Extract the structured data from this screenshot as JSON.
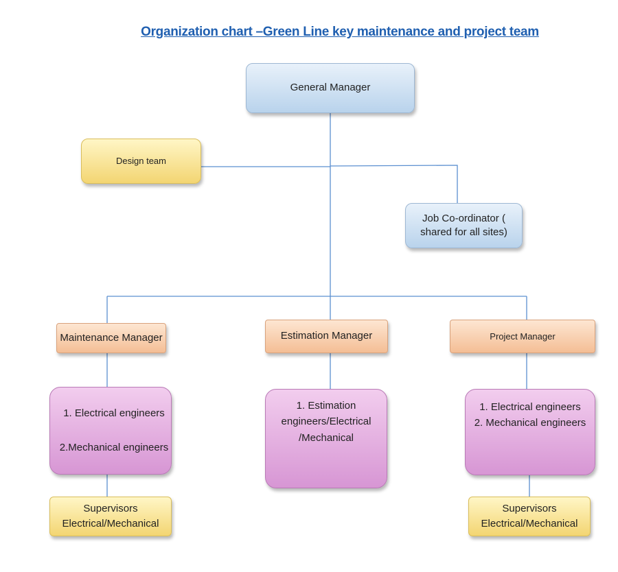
{
  "title": "Organization chart –Green Line key maintenance  and project team",
  "nodes": {
    "general_manager": "General Manager",
    "design_team": "Design team",
    "job_coordinator": [
      "Job Co-ordinator (",
      "shared for all sites)"
    ],
    "maintenance_manager": "Maintenance Manager",
    "estimation_manager": "Estimation Manager",
    "project_manager": "Project Manager",
    "maintenance_engineers": [
      "1. Electrical engineers",
      "2.Mechanical engineers"
    ],
    "estimation_engineers": [
      "1.    Estimation",
      "engineers/Electrical",
      "/Mechanical"
    ],
    "project_engineers": [
      "1. Electrical engineers",
      "2. Mechanical engineers"
    ],
    "maintenance_supervisors": [
      "Supervisors",
      "Electrical/Mechanical"
    ],
    "project_supervisors": [
      "Supervisors",
      "Electrical/Mechanical"
    ]
  },
  "colors": {
    "line": "#5b8fd0",
    "blue": "#b9d3ec",
    "yellow": "#f3d572",
    "peach": "#f4be95",
    "purple": "#d796d4",
    "title": "#1f5fb0"
  }
}
